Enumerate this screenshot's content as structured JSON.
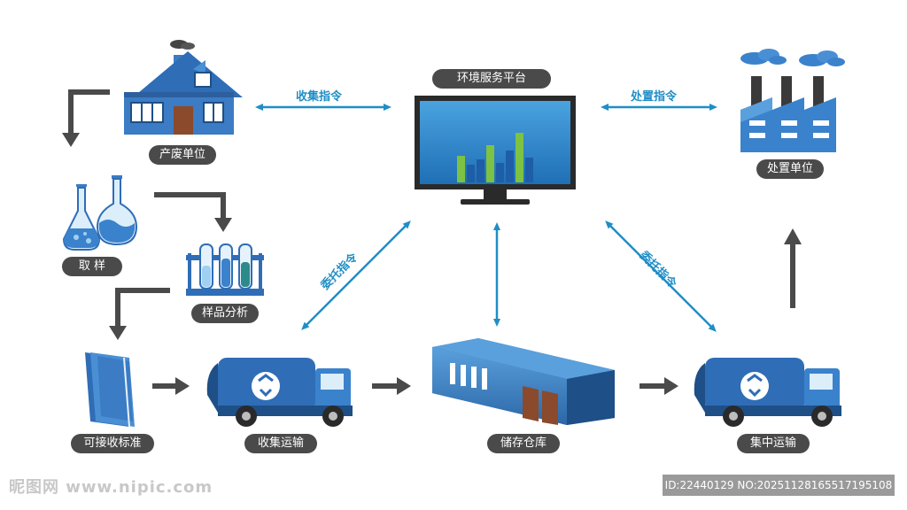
{
  "nodes": {
    "platform": "环境服务平台",
    "producer": "产废单位",
    "disposal": "处置单位",
    "sampling": "取 样",
    "analysis": "样品分析",
    "standard": "可接收标准",
    "collect": "收集运输",
    "storage": "储存仓库",
    "central": "集中运输"
  },
  "edges": {
    "collect_cmd": "收集指令",
    "dispose_cmd": "处置指令",
    "entrust_left": "委托指令",
    "entrust_right": "委托指令"
  },
  "watermark": {
    "left": "昵图网 www.nipic.com",
    "right": "ID:22440129 NO:20251128165517195108"
  },
  "colors": {
    "accent": "#1f8ec6",
    "building": "#3b7cc4",
    "pill": "#4a4a4a",
    "arrow": "#4a4a4a"
  }
}
